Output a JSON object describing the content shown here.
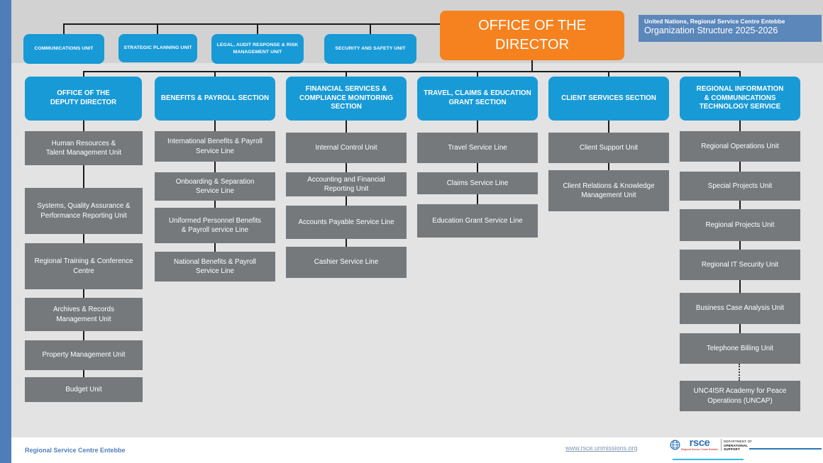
{
  "header": {
    "director_label": "OFFICE OF THE\nDIRECTOR",
    "title_line1": "United Nations, Regional Service Centre Entebbe",
    "title_line2": "Organization Structure 2025-2026"
  },
  "top_units": [
    {
      "label": "COMMUNICATIONS UNIT"
    },
    {
      "label": "STRATEGIC PLANNING UNIT"
    },
    {
      "label": "LEGAL, AUDIT RESPONSE & RISK\nMANAGEMENT UNIT"
    },
    {
      "label": "SECURITY AND SAFETY UNIT"
    }
  ],
  "sections": [
    {
      "title": "OFFICE OF THE\nDEPUTY DIRECTOR",
      "units": [
        "Human Resources &\nTalent Management Unit",
        "Systems, Quality Assurance &\nPerformance Reporting Unit",
        "Regional Training & Conference\nCentre",
        "Archives & Records\nManagement Unit",
        "Property Management Unit",
        "Budget Unit"
      ]
    },
    {
      "title": "BENEFITS & PAYROLL SECTION",
      "units": [
        "International Benefits & Payroll\nService Line",
        "Onboarding & Separation\nService Line",
        "Uniformed Personnel Benefits\n& Payroll service Line",
        "National Benefits & Payroll\nService Line"
      ]
    },
    {
      "title": "FINANCIAL SERVICES &\nCOMPLIANCE MONITORING\nSECTION",
      "units": [
        "Internal Control Unit",
        "Accounting and Financial\nReporting Unit",
        "Accounts Payable Service Line",
        "Cashier Service Line"
      ]
    },
    {
      "title": "TRAVEL, CLAIMS & EDUCATION\nGRANT SECTION",
      "units": [
        "Travel Service Line",
        "Claims Service Line",
        "Education Grant Service Line"
      ]
    },
    {
      "title": "CLIENT SERVICES SECTION",
      "units": [
        "Client Support Unit",
        "Client Relations & Knowledge\nManagement Unit"
      ]
    },
    {
      "title": "REGIONAL INFORMATION\n& COMMUNICATIONS\nTECHNOLOGY SERVICE",
      "units": [
        "Regional Operations Unit",
        "Special Projects Unit",
        "Regional Projects Unit",
        "Regional IT Security Unit",
        "Business Case Analysis Unit",
        "Telephone Billing Unit",
        "UNC4ISR Academy for Peace\nOperations (UNCAP)"
      ]
    }
  ],
  "footer": {
    "left_text": "Regional Service Centre Entebbe",
    "website": "www.rsce.unmissions.org",
    "logo": {
      "acronym": "rsce",
      "tagline": "Regional Service Centre Entebbe",
      "department_line1": "DEPARTMENT OF",
      "department_line2": "OPERATIONAL",
      "department_line3": "SUPPORT"
    }
  },
  "colors": {
    "accent_blue": "#189ad6",
    "accent_orange": "#f6821f",
    "steel_blue": "#4f7dba",
    "box_gray": "#75797c",
    "background": "#e3e3e3"
  }
}
